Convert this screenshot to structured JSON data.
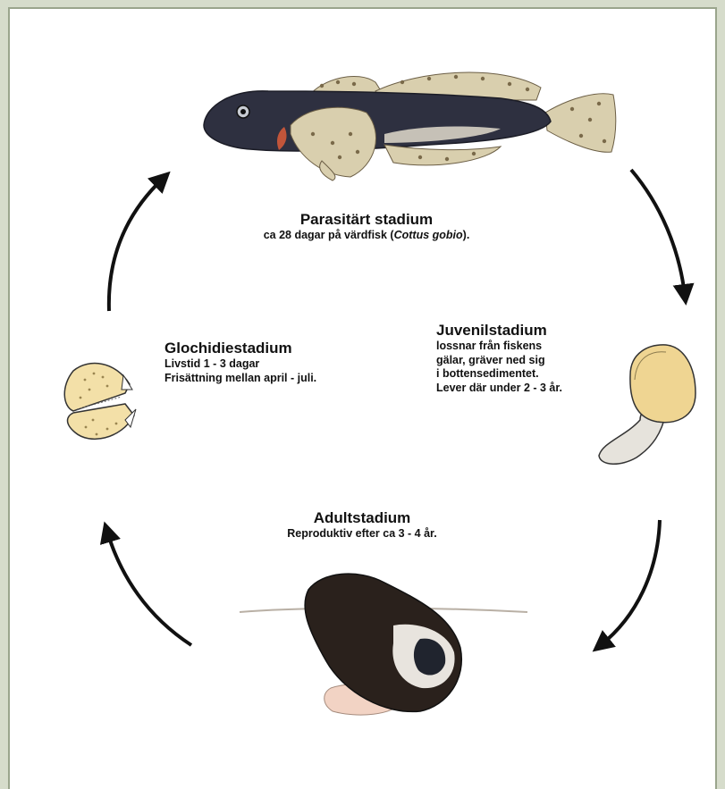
{
  "stages": {
    "parasitic": {
      "title": "Parasitärt stadium",
      "text_before": "ca 28 dagar på värdfisk (",
      "host_species": "Cottus gobio",
      "text_after": ")."
    },
    "juvenile": {
      "title": "Juvenilstadium",
      "lines": [
        "lossnar från fiskens",
        "gälar, gräver ned sig",
        "i bottensedimentet.",
        "Lever där under 2 - 3 år."
      ]
    },
    "adult": {
      "title": "Adultstadium",
      "lines": [
        "Reproduktiv efter ca 3 - 4 år."
      ]
    },
    "glochidium": {
      "title": "Glochidiestadium",
      "lines": [
        "Livstid 1 - 3 dagar",
        "Frisättning mellan april - juli."
      ]
    }
  },
  "colors": {
    "fish_body": "#2e3040",
    "fish_fin": "#d9cfae",
    "shell_yellow": "#f0dca0",
    "mussel_dark": "#2a211c",
    "arrow": "#111111"
  }
}
